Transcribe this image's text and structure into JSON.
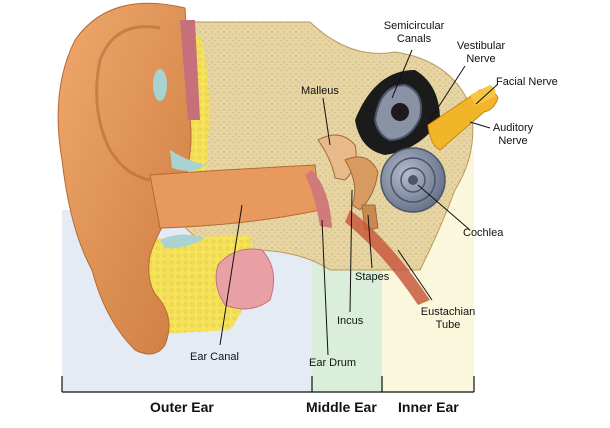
{
  "labels": {
    "semicircular_canals": [
      "Semicircular",
      "Canals"
    ],
    "vestibular_nerve": [
      "Vestibular",
      "Nerve"
    ],
    "facial_nerve": "Facial Nerve",
    "auditory_nerve": [
      "Auditory",
      "Nerve"
    ],
    "malleus": "Malleus",
    "cochlea": "Cochlea",
    "stapes": "Stapes",
    "incus": "Incus",
    "eustachian_tube": [
      "Eustachian",
      "Tube"
    ],
    "ear_canal": "Ear Canal",
    "ear_drum": "Ear Drum"
  },
  "sections": {
    "outer_ear": "Outer Ear",
    "middle_ear": "Middle Ear",
    "inner_ear": "Inner Ear"
  },
  "colors": {
    "skin": "#e0955a",
    "skin_dark": "#c8773e",
    "bone": "#e7d4a3",
    "bone_texture": "#cdb57d",
    "fat": "#f6e35b",
    "cartilage": "#a9d3d0",
    "cochlea": "#7f8aa0",
    "nerve": "#f2b52a",
    "middle_band": "#d9efd9",
    "inner_band": "#fbf7dc",
    "outer_band": "#dfe6f3"
  }
}
